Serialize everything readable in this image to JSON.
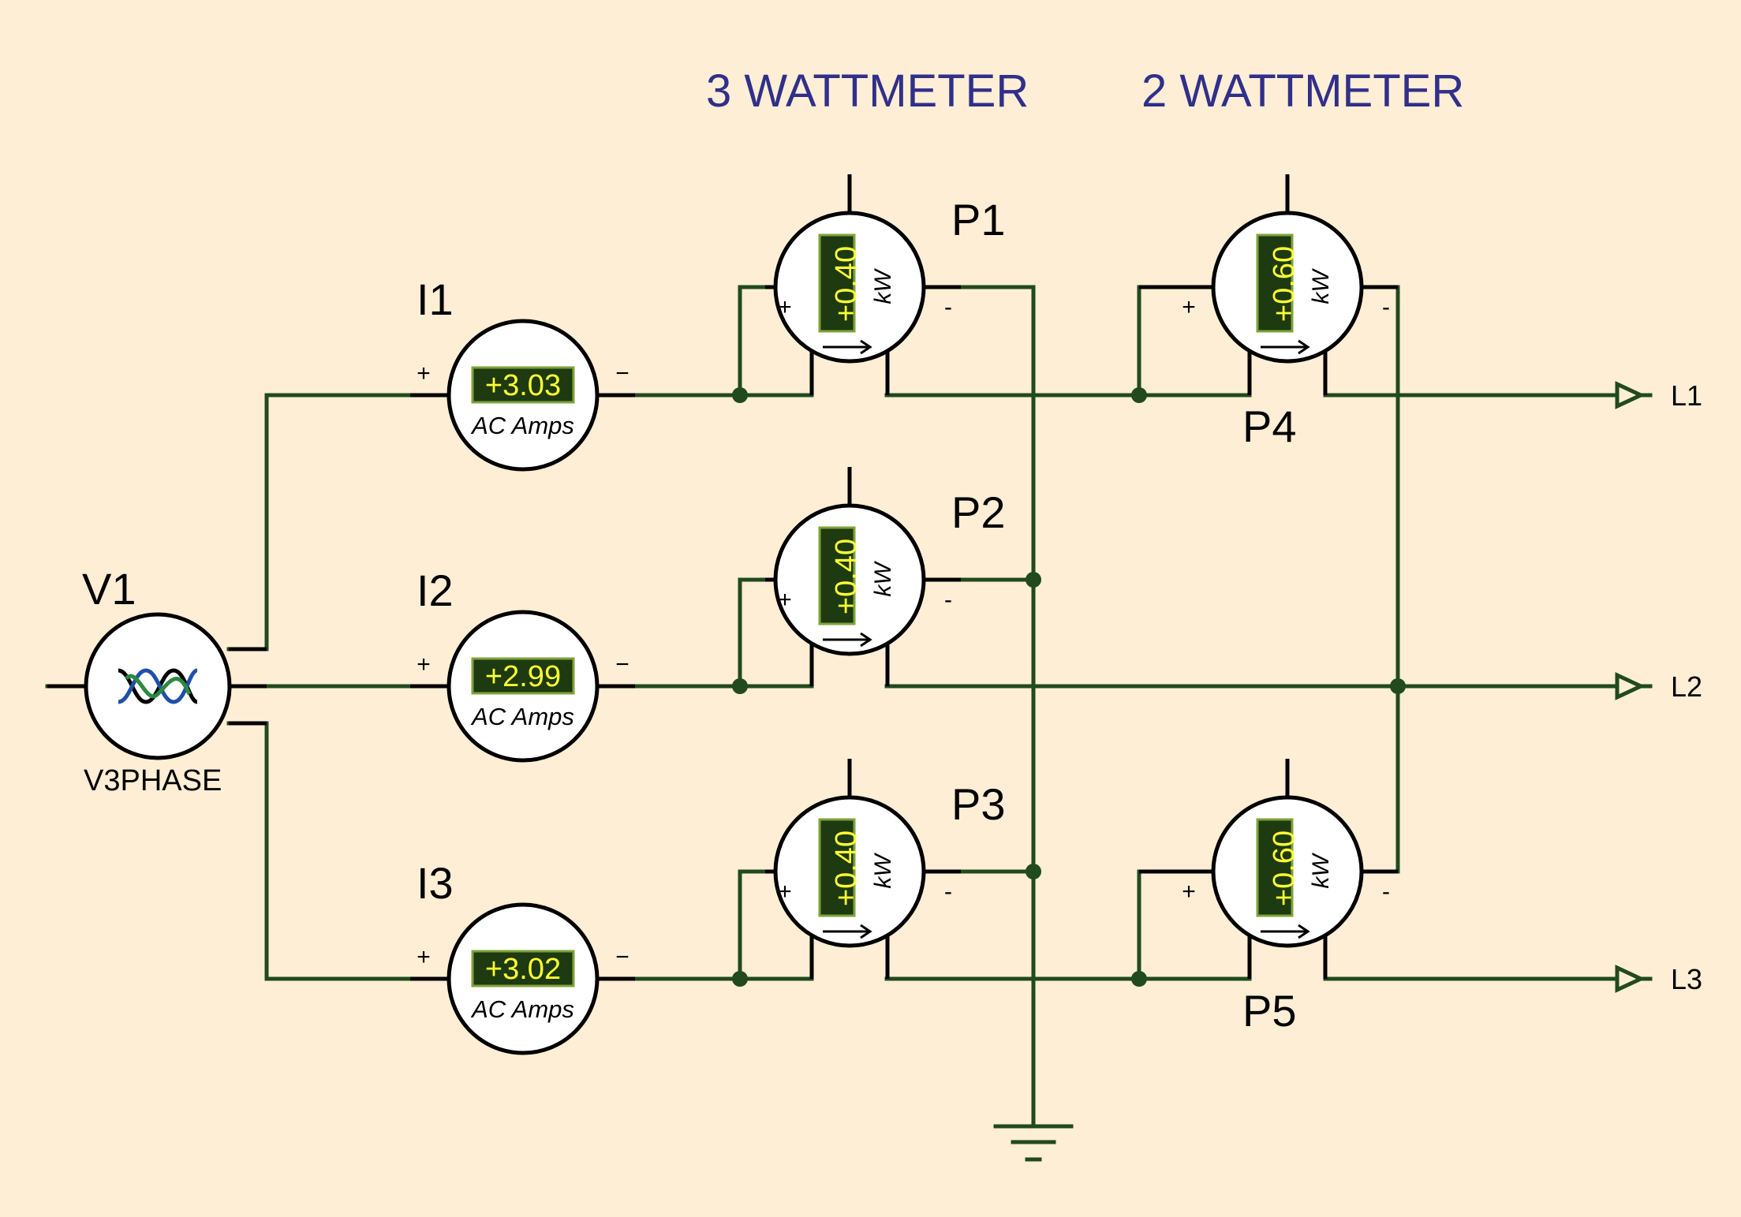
{
  "headings": {
    "three_wattmeter": "3 WATTMETER",
    "two_wattmeter": "2 WATTMETER"
  },
  "source": {
    "ref": "V1",
    "type": "V3PHASE"
  },
  "ammeters": [
    {
      "ref": "I1",
      "value": "+3.03",
      "unit": "AC Amps",
      "plus": "+",
      "minus": "−"
    },
    {
      "ref": "I2",
      "value": "+2.99",
      "unit": "AC Amps",
      "plus": "+",
      "minus": "−"
    },
    {
      "ref": "I3",
      "value": "+3.02",
      "unit": "AC Amps",
      "plus": "+",
      "minus": "−"
    }
  ],
  "wattmeters": [
    {
      "ref": "P1",
      "value": "+0.40",
      "unit": "kW",
      "plus": "+",
      "minus": "-"
    },
    {
      "ref": "P2",
      "value": "+0.40",
      "unit": "kW",
      "plus": "+",
      "minus": "-"
    },
    {
      "ref": "P3",
      "value": "+0.40",
      "unit": "kW",
      "plus": "+",
      "minus": "-"
    },
    {
      "ref": "P4",
      "value": "+0.60",
      "unit": "kW",
      "plus": "+",
      "minus": "-"
    },
    {
      "ref": "P5",
      "value": "+0.60",
      "unit": "kW",
      "plus": "+",
      "minus": "-"
    }
  ],
  "terminals": [
    "L1",
    "L2",
    "L3"
  ],
  "colors": {
    "background": "#fdeed5",
    "wire": "#214a1e",
    "heading": "#302f8a",
    "lcd_background": "#1e3a10",
    "lcd_text": "#ffff33"
  }
}
